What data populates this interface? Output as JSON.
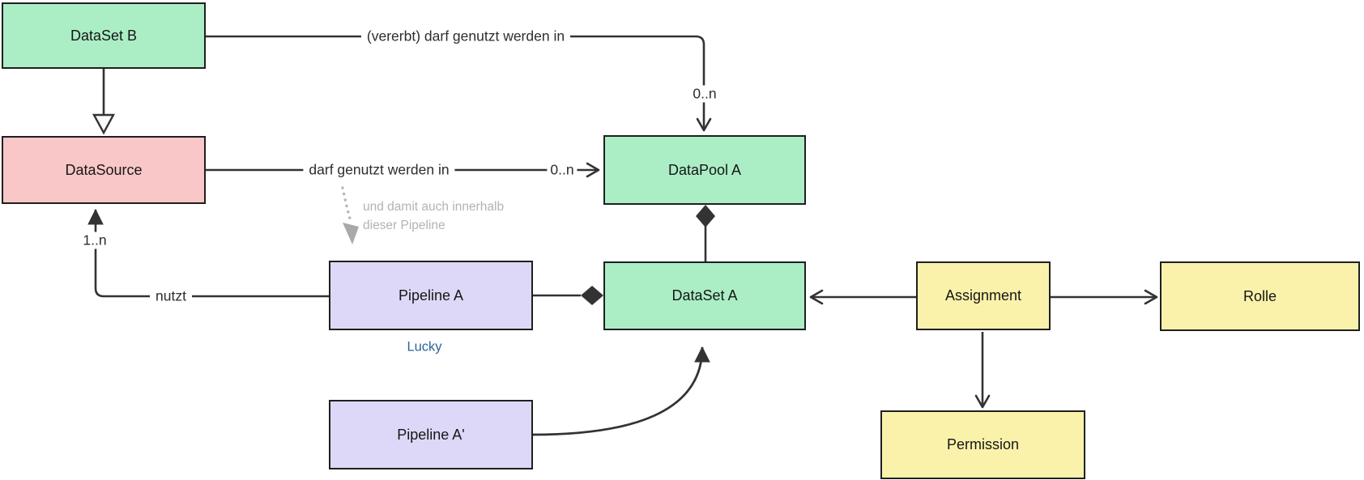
{
  "diagram": {
    "title": "DataSet / DataSource permission model diagram",
    "palette": {
      "green_fill": "#abeec6",
      "pink_fill": "#f9c7c7",
      "purple_fill": "#ddd8f7",
      "yellow_fill": "#faf2ab",
      "node_border": "#1f1f1f",
      "edge_line": "#333333",
      "annotation_gray": "#b3b3b3",
      "note_blue": "#2e6496",
      "background": "#ffffff"
    },
    "nodes": [
      {
        "id": "dataset-b",
        "label": "DataSet B",
        "color": "#abeec6"
      },
      {
        "id": "datasource",
        "label": "DataSource",
        "color": "#f9c7c7"
      },
      {
        "id": "datapool-a",
        "label": "DataPool A",
        "color": "#abeec6"
      },
      {
        "id": "pipeline-a",
        "label": "Pipeline A",
        "color": "#ddd8f7",
        "note": "Lucky"
      },
      {
        "id": "dataset-a",
        "label": "DataSet A",
        "color": "#abeec6"
      },
      {
        "id": "pipeline-a-prime",
        "label": "Pipeline A'",
        "color": "#ddd8f7"
      },
      {
        "id": "assignment",
        "label": "Assignment",
        "color": "#faf2ab"
      },
      {
        "id": "rolle",
        "label": "Rolle",
        "color": "#faf2ab"
      },
      {
        "id": "permission",
        "label": "Permission",
        "color": "#faf2ab"
      }
    ],
    "edges": {
      "vererbt_label": "(vererbt) darf genutzt werden in",
      "vererbt_multiplicity": "0..n",
      "darf_label": "darf genutzt werden in",
      "darf_multiplicity": "0..n",
      "nutzt_label": "nutzt",
      "nutzt_multiplicity": "1..n",
      "pipeline_note": "Lucky",
      "annotation_line1": "und damit auch innerhalb",
      "annotation_line2": "dieser Pipeline"
    }
  }
}
